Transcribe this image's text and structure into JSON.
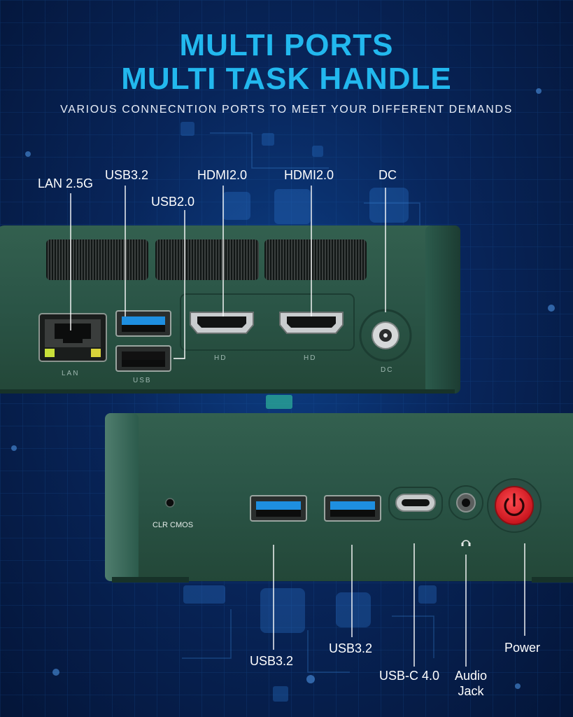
{
  "header": {
    "title_line1": "MULTI  PORTS",
    "title_line2": "MULTI TASK HANDLE",
    "subtitle": "VARIOUS CONNECNTION PORTS TO MEET YOUR DIFFERENT DEMANDS"
  },
  "rear_panel": {
    "callouts": {
      "lan": "LAN 2.5G",
      "usb32": "USB3.2",
      "usb20": "USB2.0",
      "hdmi1": "HDMI2.0",
      "hdmi2": "HDMI2.0",
      "dc": "DC"
    },
    "silkscreen": {
      "lan": "LAN",
      "usb": "USB",
      "hd1": "HD",
      "hd2": "HD",
      "dc": "DC"
    }
  },
  "front_panel": {
    "clr_cmos": "CLR CMOS",
    "callouts": {
      "usb32_a": "USB3.2",
      "usb32_b": "USB3.2",
      "usbc": "USB-C 4.0",
      "audio_line1": "Audio",
      "audio_line2": "Jack",
      "power": "Power"
    }
  },
  "colors": {
    "title": "#22b8ee",
    "chassis": "#2a5347",
    "usb3_blue": "#1e8fe0",
    "power_red": "#e3202a"
  },
  "icons": [
    "headphone-icon",
    "power-icon"
  ]
}
